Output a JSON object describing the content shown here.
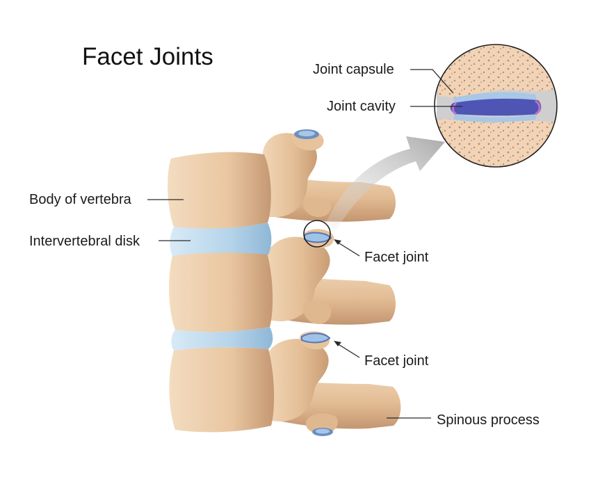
{
  "title": "Facet Joints",
  "labels": {
    "joint_capsule": "Joint capsule",
    "joint_cavity": "Joint cavity",
    "body_of_vertebra": "Body of vertebra",
    "intervertebral_disk": "Intervertebral disk",
    "facet_joint_upper": "Facet joint",
    "facet_joint_lower": "Facet joint",
    "spinous_process": "Spinous process"
  },
  "colors": {
    "bone": "#e8c7a3",
    "bone_shadow": "#c9a07a",
    "disk": "#b9d6ea",
    "cavity": "#4e55b4",
    "capsule": "#c8c8c8",
    "arrow": "#b0b0b0",
    "line": "#2a2a2a"
  }
}
